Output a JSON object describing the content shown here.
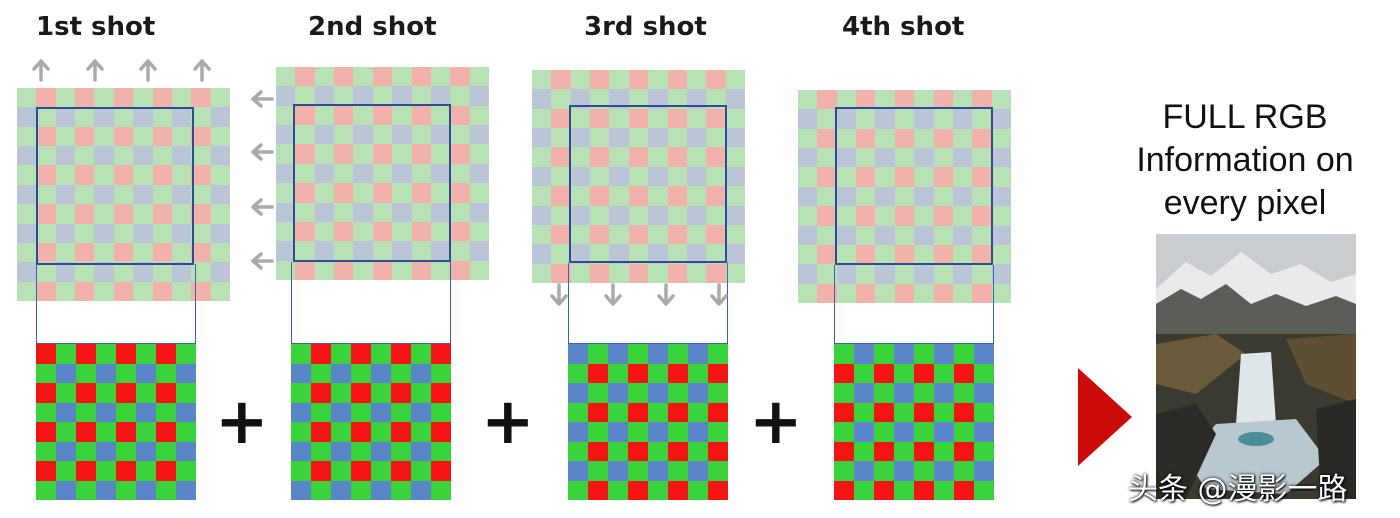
{
  "shots": [
    {
      "title": "1st shot",
      "shift": "up"
    },
    {
      "title": "2nd shot",
      "shift": "left"
    },
    {
      "title": "3rd shot",
      "shift": "down"
    },
    {
      "title": "4th shot",
      "shift": "none"
    }
  ],
  "plus_symbol": "+",
  "result_text": "FULL RGB Information on every pixel",
  "watermark": "头条 @漫影一路",
  "colors": {
    "light_green": "#b8e2b5",
    "light_red": "#f0b2ab",
    "light_blue": "#bcc5d8",
    "green": "#3ad23a",
    "red": "#f41414",
    "blue": "#5a86c8",
    "frame": "#2b4f8f",
    "arrow": "#aaaaaa",
    "result_arrow": "#cc0a0a"
  },
  "patterns": {
    "light": [
      [
        "green",
        "red"
      ],
      [
        "blue",
        "green"
      ]
    ],
    "shot1": [
      [
        "red",
        "green"
      ],
      [
        "green",
        "blue"
      ]
    ],
    "shot2": [
      [
        "green",
        "red"
      ],
      [
        "blue",
        "green"
      ]
    ],
    "shot3": [
      [
        "blue",
        "green"
      ],
      [
        "green",
        "red"
      ]
    ],
    "shot4": [
      [
        "green",
        "blue"
      ],
      [
        "red",
        "green"
      ]
    ]
  }
}
